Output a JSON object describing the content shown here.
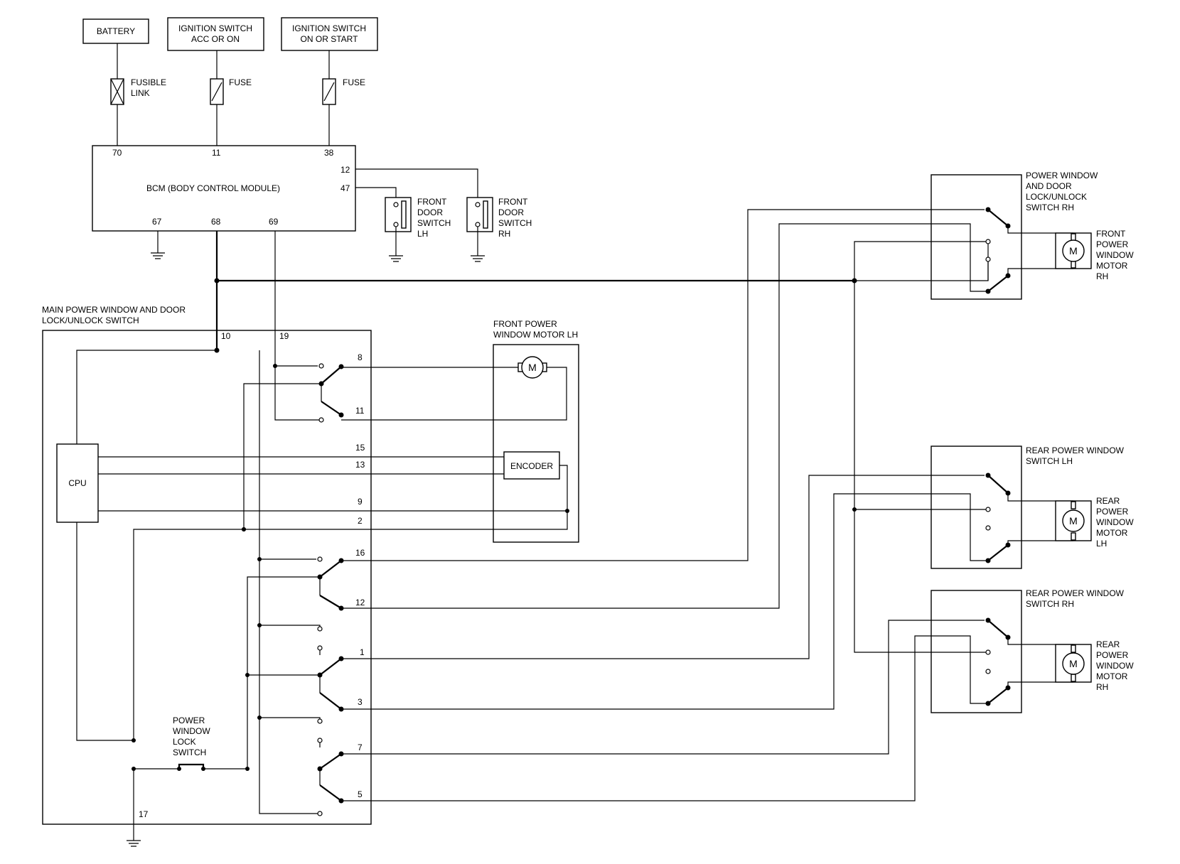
{
  "supplies": {
    "battery": "BATTERY",
    "ign_acc": [
      "IGNITION SWITCH",
      "ACC OR ON"
    ],
    "ign_start": [
      "IGNITION SWITCH",
      "ON OR START"
    ]
  },
  "fuses": {
    "fusible_link": [
      "FUSIBLE",
      "LINK"
    ],
    "fuse_a": "FUSE",
    "fuse_b": "FUSE"
  },
  "bcm": {
    "label": "BCM (BODY CONTROL MODULE)",
    "pin_70": "70",
    "pin_11": "11",
    "pin_38": "38",
    "pin_12": "12",
    "pin_47": "47",
    "pin_67": "67",
    "pin_68": "68",
    "pin_69": "69"
  },
  "door_switch_lh": [
    "FRONT",
    "DOOR",
    "SWITCH",
    "LH"
  ],
  "door_switch_rh": [
    "FRONT",
    "DOOR",
    "SWITCH",
    "RH"
  ],
  "main_switch": {
    "title": [
      "MAIN POWER WINDOW AND DOOR",
      "LOCK/UNLOCK SWITCH"
    ],
    "cpu": "CPU",
    "lock_switch": [
      "POWER",
      "WINDOW",
      "LOCK",
      "SWITCH"
    ],
    "pins": {
      "p10": "10",
      "p19": "19",
      "p8": "8",
      "p11": "11",
      "p15": "15",
      "p13": "13",
      "p9": "9",
      "p2": "2",
      "p16": "16",
      "p12": "12",
      "p1": "1",
      "p3": "3",
      "p7": "7",
      "p5": "5",
      "p17": "17"
    }
  },
  "front_motor_lh": {
    "title": [
      "FRONT POWER",
      "WINDOW MOTOR LH"
    ],
    "motor": "M",
    "encoder": "ENCODER"
  },
  "rh_front_switch": {
    "title": [
      "POWER WINDOW",
      "AND DOOR",
      "LOCK/UNLOCK",
      "SWITCH RH"
    ],
    "motor_label": [
      "FRONT",
      "POWER",
      "WINDOW",
      "MOTOR",
      "RH"
    ],
    "motor": "M"
  },
  "rear_lh_switch": {
    "title": [
      "REAR POWER WINDOW",
      "SWITCH LH"
    ],
    "motor_label": [
      "REAR",
      "POWER",
      "WINDOW",
      "MOTOR",
      "LH"
    ],
    "motor": "M"
  },
  "rear_rh_switch": {
    "title": [
      "REAR POWER WINDOW",
      "SWITCH RH"
    ],
    "motor_label": [
      "REAR",
      "POWER",
      "WINDOW",
      "MOTOR",
      "RH"
    ],
    "motor": "M"
  }
}
